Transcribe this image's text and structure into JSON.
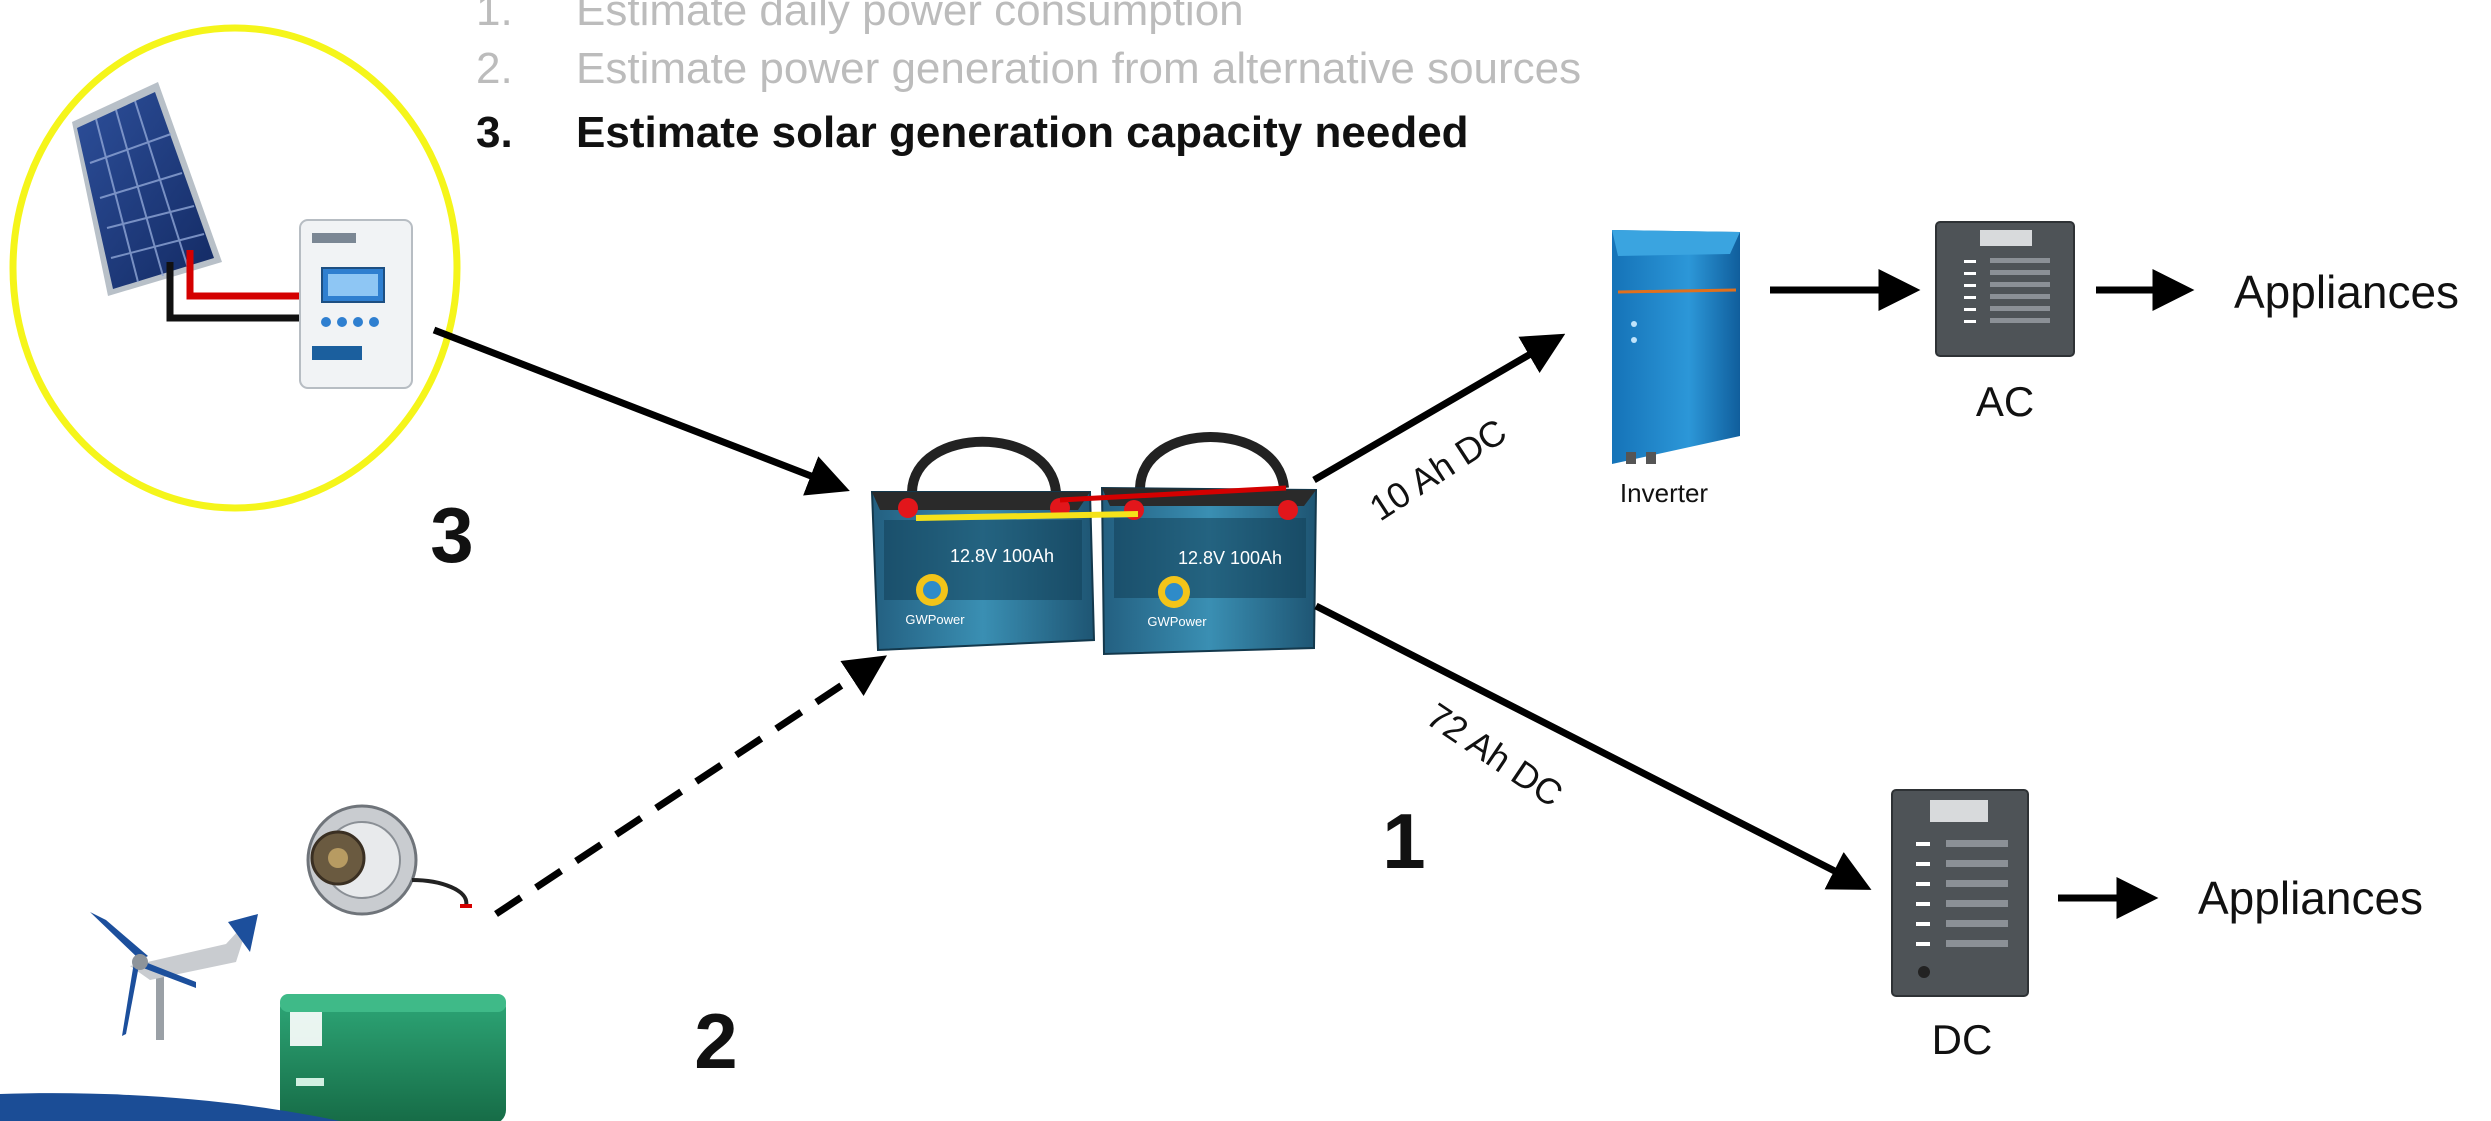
{
  "steps": [
    {
      "num": "1.",
      "text": "Estimate daily power consumption",
      "state": "inactive"
    },
    {
      "num": "2.",
      "text": "Estimate power generation from alternative sources",
      "state": "inactive"
    },
    {
      "num": "3.",
      "text": "Estimate solar generation capacity needed",
      "state": "active"
    }
  ],
  "labels": {
    "ac_appliances": "Appliances",
    "dc_appliances": "Appliances",
    "ac": "AC",
    "dc": "DC",
    "inverter": "Inverter",
    "ac_flow": "10 Ah DC",
    "dc_flow": "72 Ah  DC",
    "marker_1": "1",
    "marker_2": "2",
    "marker_3": "3"
  },
  "battery_label": "12.8V 100Ah",
  "battery_brand": "GWPower",
  "colors": {
    "highlight_circle": "#f5f51a",
    "inactive_text": "#bcbcbc",
    "arrow": "#000000",
    "panel_wire": "#d40000",
    "inverter": "#1d86c8",
    "battery": "#1f5e7e",
    "breaker_panel": "#4e5357",
    "generator": "#1f8a5c",
    "slide_accent": "#1b4d96"
  },
  "icons": [
    "solar-panel-icon",
    "charge-controller-icon",
    "battery-icon",
    "inverter-icon",
    "ac-breaker-panel-icon",
    "dc-breaker-panel-icon",
    "alternator-icon",
    "wind-turbine-icon",
    "generator-icon"
  ]
}
